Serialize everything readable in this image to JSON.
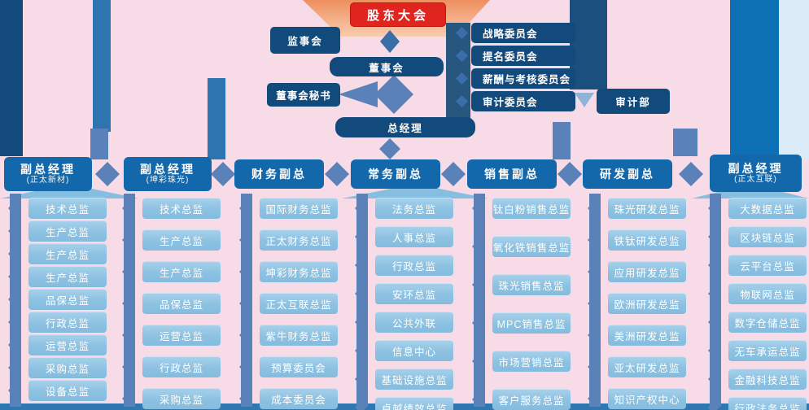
{
  "top": {
    "shareholders_meeting": "股东大会",
    "supervisory_board": "监事会",
    "board_of_directors": "董事会",
    "board_secretary": "董事会秘书",
    "general_manager": "总经理",
    "committees": [
      "战略委员会",
      "提名委员会",
      "薪酬与考核委员会",
      "审计委员会"
    ],
    "audit_department": "审计部"
  },
  "divisions": [
    {
      "title": "副总经理",
      "subtitle": "(正太新材)",
      "items": [
        "技术总监",
        "生产总监",
        "生产总监",
        "生产总监",
        "品保总监",
        "行政总监",
        "运营总监",
        "采购总监",
        "设备总监"
      ]
    },
    {
      "title": "副总经理",
      "subtitle": "(坤彩珠光)",
      "items": [
        "技术总监",
        "生产总监",
        "生产总监",
        "品保总监",
        "运营总监",
        "行政总监",
        "采购总监"
      ]
    },
    {
      "title": "财务副总",
      "subtitle": "",
      "items": [
        "国际财务总监",
        "正太财务总监",
        "坤彩财务总监",
        "正太互联总监",
        "紫牛财务总监",
        "预算委员会",
        "成本委员会"
      ]
    },
    {
      "title": "常务副总",
      "subtitle": "",
      "items": [
        "法务总监",
        "人事总监",
        "行政总监",
        "安环总监",
        "公共外联",
        "信息中心",
        "基础设施总监",
        "卓越绩效总监"
      ]
    },
    {
      "title": "销售副总",
      "subtitle": "",
      "items": [
        "钛白粉销售总监",
        "氧化铁销售总监",
        "珠光销售总监",
        "MPC销售总监",
        "市场营销总监",
        "客户服务总监"
      ]
    },
    {
      "title": "研发副总",
      "subtitle": "",
      "items": [
        "珠光研发总监",
        "铁钛研发总监",
        "应用研发总监",
        "欧洲研发总监",
        "美洲研发总监",
        "亚太研发总监",
        "知识产权中心"
      ]
    },
    {
      "title": "副总经理",
      "subtitle": "(正太互联)",
      "items": [
        "大数据总监",
        "区块链总监",
        "云平台总监",
        "物联网总监",
        "数字仓储总监",
        "无车承运总监",
        "金融科技总监",
        "行政法务总监"
      ]
    }
  ],
  "colors": {
    "accent_red": "#e0251f",
    "navy": "#134a7c",
    "header_blue": "#1268ab",
    "item_blue": "#8cc1e1",
    "connector_blue": "#5b82b8",
    "background_pink": "#f7dbe7",
    "artifact_bright_blue": "#0d6fb4"
  }
}
